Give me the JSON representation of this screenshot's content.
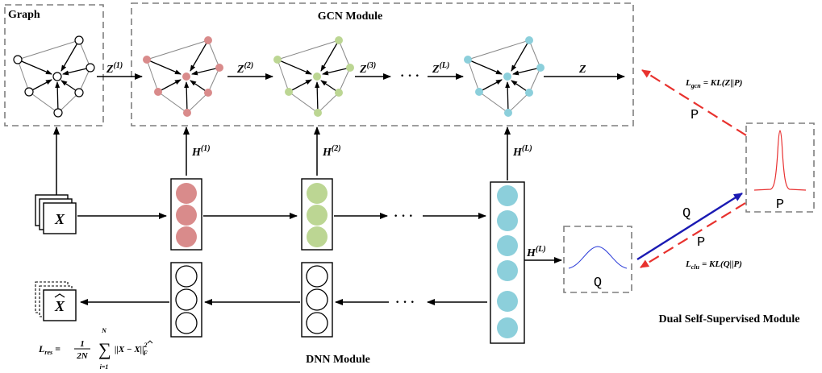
{
  "labels": {
    "graph": "Graph",
    "gcn_module": "GCN Module",
    "dnn_module": "DNN Module",
    "dual_module": "Dual Self-Supervised Module"
  },
  "gcn_edges": {
    "z1": "Z",
    "z1_sup": "(1)",
    "z2": "Z",
    "z2_sup": "(2)",
    "z3": "Z",
    "z3_sup": "(3)",
    "zl": "Z",
    "zl_sup": "(L)",
    "z_out": "Z",
    "dots": "· · ·"
  },
  "dnn_edges": {
    "h1": "H",
    "h1_sup": "(1)",
    "h2": "H",
    "h2_sup": "(2)",
    "hl": "H",
    "hl_sup": "(L)",
    "hl_side": "H",
    "hl_side_sup": "(L)",
    "dots_top": "· · ·",
    "dots_bottom": "· · ·"
  },
  "input": {
    "x": "X",
    "x_hat": "X"
  },
  "distributions": {
    "p_box": "P",
    "q_box": "Q",
    "p_gcn": "P",
    "q_arrow": "Q",
    "p_arrow": "P"
  },
  "losses": {
    "gcn_prefix": "L",
    "gcn_sub": "gcn",
    "gcn_eq": "= KL(Z||P)",
    "clu_prefix": "L",
    "clu_sub": "clu",
    "clu_eq": "= KL(Q||P)",
    "res_prefix": "L",
    "res_sub": "res",
    "res_eq": "=",
    "res_frac_num": "1",
    "res_frac_den": "2N",
    "res_sum_top": "N",
    "res_sum_bottom": "i=1",
    "res_body": "||X − X||",
    "res_sup": "2",
    "res_sub_f": "F"
  },
  "colors": {
    "red_node": "#d98b8b",
    "green_node": "#bcd693",
    "blue_node": "#8ccfdb",
    "red_arrow": "#e8322e",
    "blue_arrow": "#1a1ab3",
    "gaussian_red": "#e83030",
    "gaussian_blue": "#2a3bd8",
    "dash_gray": "#7f7f7f"
  }
}
